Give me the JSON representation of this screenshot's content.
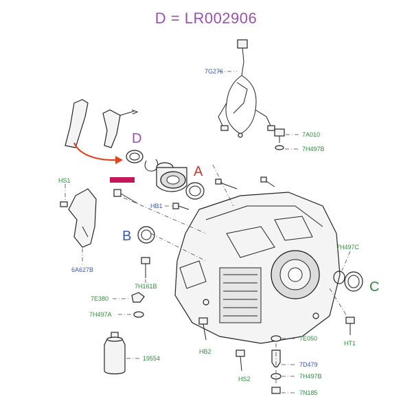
{
  "title": "D = LR002906",
  "labels": {
    "l_7g276": "7G276",
    "l_7a010": "7A010",
    "l_7h497b_top": "7H497B",
    "l_hs1": "HS1",
    "l_hb1": "HB1",
    "l_6a627b": "6A627B",
    "l_7h161b": "7H161B",
    "l_7e380": "7E380",
    "l_7h497a": "7H497A",
    "l_19554": "19554",
    "l_hb2": "HB2",
    "l_hs2": "HS2",
    "l_7e050": "7E050",
    "l_7d479": "7D479",
    "l_7h497b_bot": "7H497B",
    "l_7n185": "7N185",
    "l_7h497c": "7H497C",
    "l_ht1": "HT1"
  },
  "markers": {
    "A": "A",
    "B": "B",
    "C": "C",
    "D": "D"
  },
  "colors": {
    "title": "#9b4fb3",
    "marker_A": "#c0392b",
    "marker_B": "#3a55b0",
    "marker_C": "#2e8b3a",
    "marker_D": "#9b4fb3",
    "arrow": "#e0451f",
    "highlight": "#c2185b"
  }
}
